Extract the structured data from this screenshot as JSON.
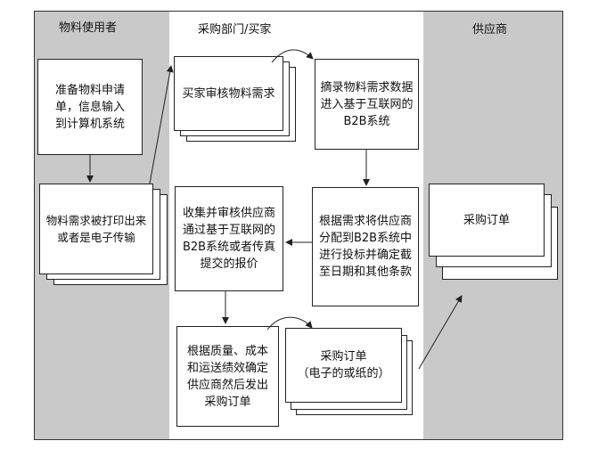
{
  "lanes": {
    "user": "物料使用者",
    "purchasing": "采购部门/买家",
    "supplier": "供应商"
  },
  "nodes": {
    "prepare": "准备物料申请\n单，信息输入\n到计算机系统",
    "print": "物料需求被打印出来\n或者是电子传输",
    "review": "买家审核物料需求",
    "extract": "摘录物料需求数据\n进入基于互联网的\nB2B系统",
    "allocate": "根据需求将供应商\n分配到B2B系统中\n进行投标并确定截\n至日期和其他条款",
    "collect": "收集并审核供应商\n通过基于互联网的\nB2B系统或者传真\n提交的报价",
    "select": "根据质量、成本\n和运送绩效确定\n供应商然后发出\n采购订单",
    "po_doc": "采购订单\n（电子的或纸的）",
    "po_supplier": "采购订单"
  }
}
